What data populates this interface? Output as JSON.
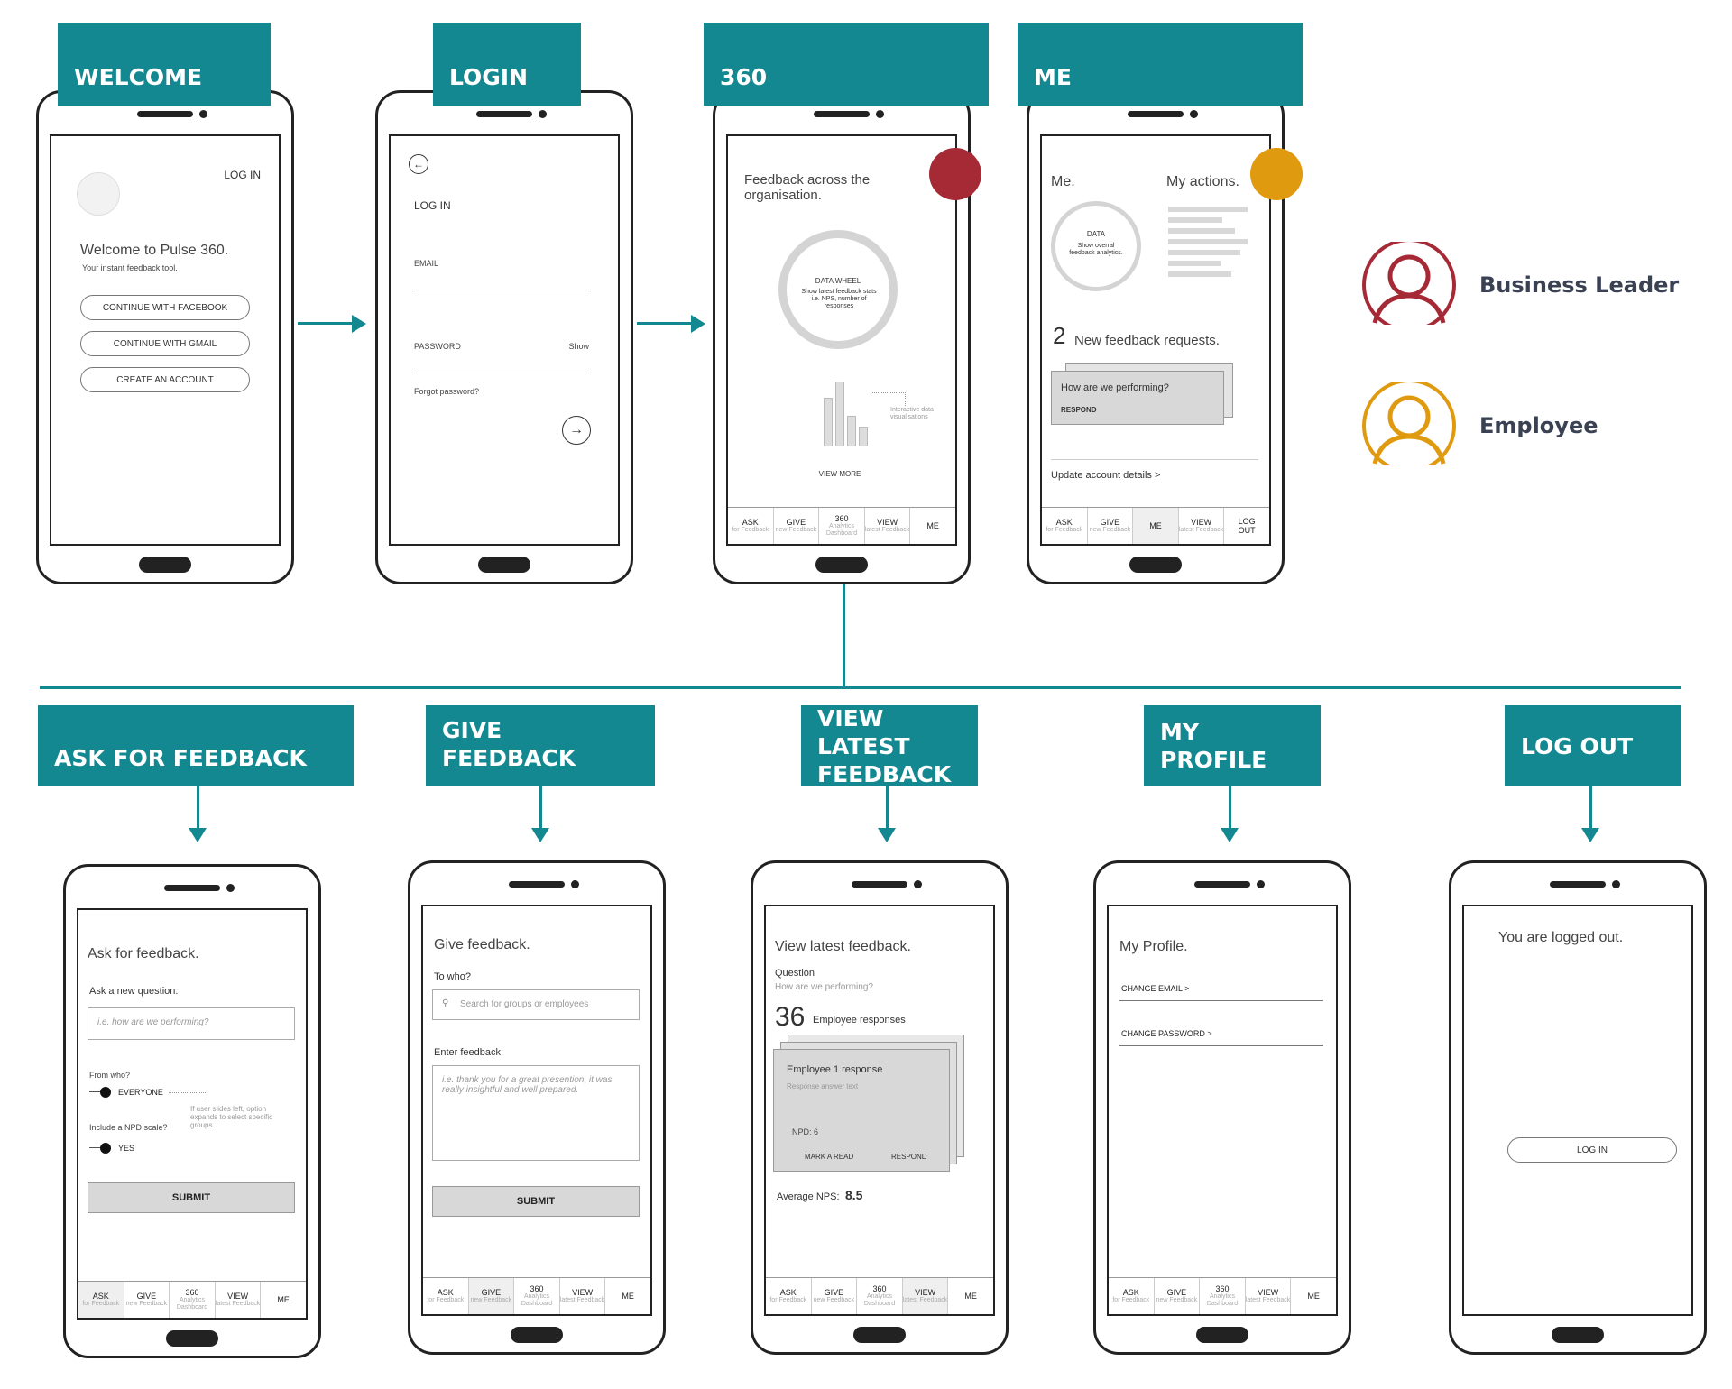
{
  "tags": {
    "welcome": "WELCOME",
    "login": "LOGIN",
    "t360": "360",
    "me": "ME",
    "ask": "ASK FOR FEEDBACK",
    "give": "GIVE FEEDBACK",
    "view": "VIEW LATEST FEEDBACK",
    "profile": "MY PROFILE",
    "logout": "LOG OUT"
  },
  "legend": {
    "leader": "Business Leader",
    "employee": "Employee"
  },
  "colors": {
    "teal": "#138891",
    "leader": "#a52a36",
    "employee": "#e09a10"
  },
  "nav": {
    "ask": "ASK",
    "ask_sub": "for Feedback",
    "give": "GIVE",
    "give_sub": "new Feedback",
    "t360": "360",
    "t360_sub": "Analytics Dashboard",
    "view": "VIEW",
    "view_sub": "latest Feedback",
    "me": "ME",
    "logout": "LOG OUT"
  },
  "welcome": {
    "login": "LOG IN",
    "title": "Welcome to Pulse 360.",
    "subtitle": "Your instant feedback tool.",
    "facebook": "CONTINUE WITH FACEBOOK",
    "gmail": "CONTINUE WITH GMAIL",
    "create": "CREATE AN ACCOUNT"
  },
  "login": {
    "title": "LOG IN",
    "email": "EMAIL",
    "password": "PASSWORD",
    "show": "Show",
    "forgot": "Forgot password?"
  },
  "dash": {
    "title": "Feedback across the organisation.",
    "wheel_title": "DATA WHEEL",
    "wheel_desc": "Show latest feedback stats i.e. NPS, number of responses",
    "interactive": "Interactive data visualisations",
    "view_more": "VIEW MORE"
  },
  "me": {
    "title": "Me.",
    "actions": "My actions.",
    "data": "DATA",
    "data_desc": "Show overral feedback analytics.",
    "count": "2",
    "requests": "New feedback requests.",
    "question": "How are we performing?",
    "respond": "RESPOND",
    "update": "Update account details >"
  },
  "ask": {
    "title": "Ask for feedback.",
    "label": "Ask a new question:",
    "placeholder": "i.e. how are we performing?",
    "from": "From who?",
    "everyone": "EVERYONE",
    "npd": "Include a NPD scale?",
    "yes": "YES",
    "note": "If user slides left, option expands to select specific groups.",
    "submit": "SUBMIT"
  },
  "give": {
    "title": "Give feedback.",
    "to": "To who?",
    "search": "Search for groups or employees",
    "enter": "Enter feedback:",
    "placeholder": "i.e. thank you for a great presention, it was really insightful and well prepared.",
    "submit": "SUBMIT"
  },
  "view": {
    "title": "View latest feedback.",
    "q_label": "Question",
    "question": "How are we performing?",
    "count": "36",
    "responses": "Employee responses",
    "card_title": "Employee 1 response",
    "card_text": "Response answer text",
    "npd": "NPD: 6",
    "mark": "MARK A READ",
    "respond": "RESPOND",
    "avg_label": "Average NPS:",
    "avg": "8.5"
  },
  "profile": {
    "title": "My Profile.",
    "email": "CHANGE EMAIL >",
    "password": "CHANGE PASSWORD >"
  },
  "logout": {
    "title": "You are logged out.",
    "login": "LOG IN"
  }
}
